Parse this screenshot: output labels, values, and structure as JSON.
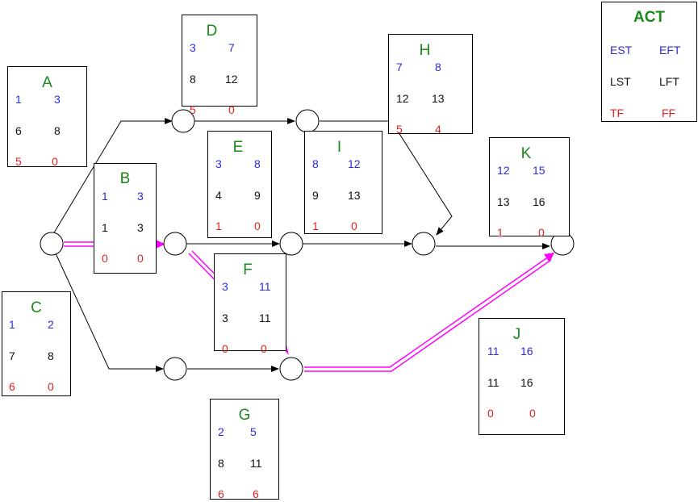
{
  "legend": {
    "title": "ACT",
    "est": "EST",
    "eft": "EFT",
    "lst": "LST",
    "lft": "LFT",
    "tf": "TF",
    "ff": "FF"
  },
  "activities": {
    "A": {
      "name": "A",
      "est": "1",
      "eft": "3",
      "lst": "6",
      "lft": "8",
      "tf": "5",
      "ff": "0"
    },
    "B": {
      "name": "B",
      "est": "1",
      "eft": "3",
      "lst": "1",
      "lft": "3",
      "tf": "0",
      "ff": "0"
    },
    "C": {
      "name": "C",
      "est": "1",
      "eft": "2",
      "lst": "7",
      "lft": "8",
      "tf": "6",
      "ff": "0"
    },
    "D": {
      "name": "D",
      "est": "3",
      "eft": "7",
      "lst": "8",
      "lft": "12",
      "tf": "5",
      "ff": "0"
    },
    "E": {
      "name": "E",
      "est": "3",
      "eft": "8",
      "lst": "4",
      "lft": "9",
      "tf": "1",
      "ff": "0"
    },
    "F": {
      "name": "F",
      "est": "3",
      "eft": "11",
      "lst": "3",
      "lft": "11",
      "tf": "0",
      "ff": "0"
    },
    "G": {
      "name": "G",
      "est": "2",
      "eft": "5",
      "lst": "8",
      "lft": "11",
      "tf": "6",
      "ff": "6"
    },
    "H": {
      "name": "H",
      "est": "7",
      "eft": "8",
      "lst": "12",
      "lft": "13",
      "tf": "5",
      "ff": "4"
    },
    "I": {
      "name": "I",
      "est": "8",
      "eft": "12",
      "lst": "9",
      "lft": "13",
      "tf": "1",
      "ff": "0"
    },
    "J": {
      "name": "J",
      "est": "11",
      "eft": "16",
      "lst": "11",
      "lft": "16",
      "tf": "0",
      "ff": "0"
    },
    "K": {
      "name": "K",
      "est": "12",
      "eft": "15",
      "lst": "13",
      "lft": "16",
      "tf": "1",
      "ff": "0"
    }
  },
  "colors": {
    "critical_path": "#ff00ff",
    "arrow": "#000000",
    "title_green": "#1a8a1a",
    "early_blue": "#2b2bd6",
    "float_red": "#e02020"
  }
}
